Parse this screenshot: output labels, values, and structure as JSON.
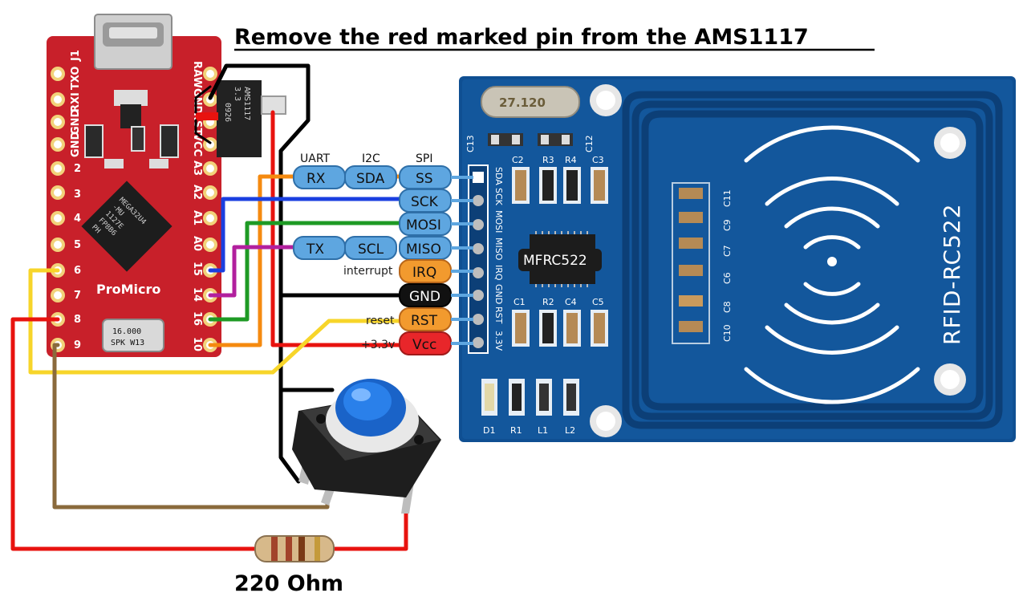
{
  "title": "Remove the red marked pin from the AMS1117",
  "resistor_label": "220 Ohm",
  "headers": {
    "uart": "UART",
    "i2c": "I2C",
    "spi": "SPI"
  },
  "pills": {
    "uart_rx": "RX",
    "i2c_sda": "SDA",
    "spi_ss": "SS",
    "spi_sck": "SCK",
    "spi_mosi": "MOSI",
    "uart_tx": "TX",
    "i2c_scl": "SCL",
    "spi_miso": "MISO",
    "irq": "IRQ",
    "gnd": "GND",
    "rst": "RST",
    "vcc": "Vcc"
  },
  "side_labels": {
    "interrupt": "interrupt",
    "reset": "reset",
    "v33": "+3.3v"
  },
  "pro_micro": {
    "name": "ProMicro",
    "left_pins": [
      "J1",
      "TXO",
      "RXI",
      "GND",
      "GND",
      "2",
      "3",
      "4",
      "5",
      "6",
      "7",
      "8",
      "9"
    ],
    "right_pins": [
      "RAW",
      "GND",
      "RST",
      "VCC",
      "A3",
      "A2",
      "A1",
      "A0",
      "15",
      "14",
      "16",
      "10"
    ],
    "mcu_text": [
      "MEGA32U4",
      "-MU",
      "1127E",
      "FP8B6",
      "PH"
    ],
    "crystal_text": [
      "16.000",
      "SPK W13"
    ],
    "regulator_text": [
      "AMS1117",
      "3.3",
      "0926"
    ]
  },
  "rfid": {
    "name": "RFID-RC522",
    "ic": "MFRC522",
    "crystal": "27.120",
    "header_pins": [
      "SDA",
      "SCK",
      "MOSI",
      "MISO",
      "IRQ",
      "GND",
      "RST",
      "3.3V"
    ],
    "components": [
      "C13",
      "C12",
      "C2",
      "R3",
      "R4",
      "C3",
      "C1",
      "R2",
      "C4",
      "C5",
      "C11",
      "C9",
      "C7",
      "C6",
      "C8",
      "C10",
      "D1",
      "R1",
      "L1",
      "L2"
    ]
  },
  "colors": {
    "pcb_red": "#c8202a",
    "pcb_blue": "#0f4f92",
    "pill_blue": "#5ea6e0",
    "pill_orange": "#f29a2e",
    "pill_red": "#e8262a",
    "pill_black": "#111111",
    "wire_red": "#e8130f",
    "wire_blue": "#1a3fe0",
    "wire_green": "#1e9a24",
    "wire_purple": "#b2209e",
    "wire_orange": "#f58a0f",
    "wire_yellow": "#f7d52a",
    "wire_brown": "#8a6a3c",
    "wire_black": "#000000"
  },
  "icons": [
    "usb-connector-icon",
    "push-button-icon",
    "resistor-icon",
    "antenna-coil-icon"
  ]
}
